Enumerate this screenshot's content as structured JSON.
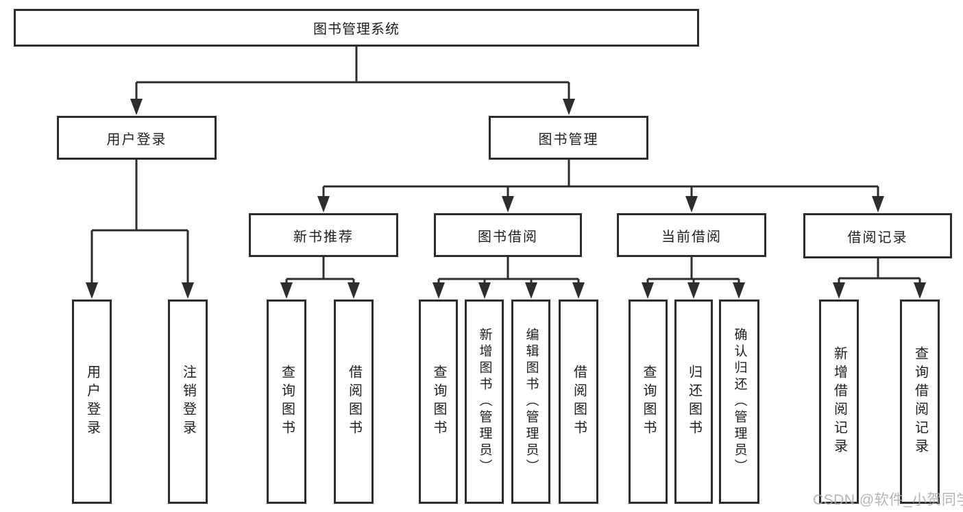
{
  "diagram": {
    "root": {
      "label": "图书管理系统"
    },
    "level1": [
      {
        "label": "用户登录",
        "parent": "图书管理系统"
      },
      {
        "label": "图书管理",
        "parent": "图书管理系统"
      }
    ],
    "level2": [
      {
        "label": "新书推荐",
        "parent": "图书管理"
      },
      {
        "label": "图书借阅",
        "parent": "图书管理"
      },
      {
        "label": "当前借阅",
        "parent": "图书管理"
      },
      {
        "label": "借阅记录",
        "parent": "图书管理"
      }
    ],
    "leaves": [
      {
        "label": "用户登录",
        "parent": "用户登录"
      },
      {
        "label": "注销登录",
        "parent": "用户登录"
      },
      {
        "label": "查询图书",
        "parent": "新书推荐"
      },
      {
        "label": "借阅图书",
        "parent": "新书推荐"
      },
      {
        "label": "查询图书",
        "parent": "图书借阅"
      },
      {
        "label": "新增图书（管理员）",
        "parent": "图书借阅"
      },
      {
        "label": "编辑图书（管理员）",
        "parent": "图书借阅"
      },
      {
        "label": "借阅图书",
        "parent": "图书借阅"
      },
      {
        "label": "查询图书",
        "parent": "当前借阅"
      },
      {
        "label": "归还图书",
        "parent": "当前借阅"
      },
      {
        "label": "确认归还（管理员）",
        "parent": "当前借阅"
      },
      {
        "label": "新增借阅记录",
        "parent": "借阅记录"
      },
      {
        "label": "查询借阅记录",
        "parent": "借阅记录"
      }
    ]
  },
  "watermark": {
    "text": "CSDN @软件_小贺同学"
  },
  "colors": {
    "line": "#2d2d2d",
    "text": "#1f1f1f",
    "background": "#ffffff",
    "watermark": "#aaaaaa"
  }
}
